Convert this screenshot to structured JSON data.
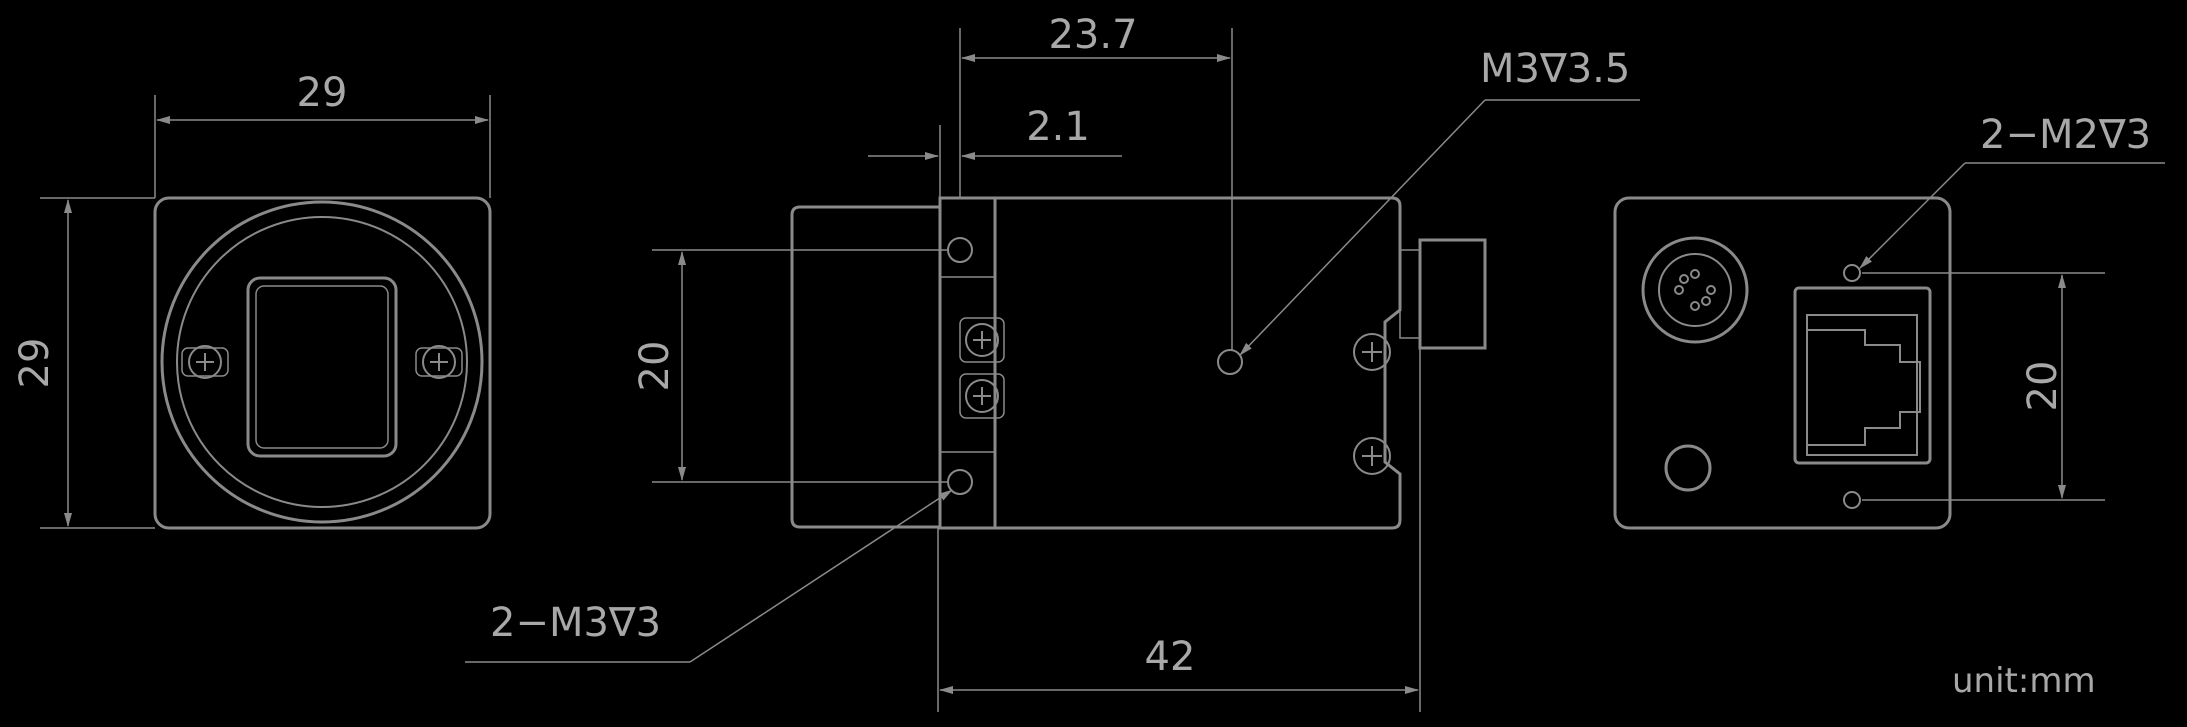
{
  "dimensions": {
    "front_width": "29",
    "front_height": "29",
    "side_flange_offset": "23.7",
    "side_thickness": "2.1",
    "side_hole_spacing": "20",
    "side_length": "42",
    "back_hole_spacing": "20"
  },
  "callouts": {
    "top_thread": "M3∇3.5",
    "side_threads": "2−M3∇3",
    "back_threads": "2−M2∇3"
  },
  "unit_label": "unit:mm",
  "colors": {
    "background": "#000000",
    "line": "#8a8a8a",
    "text": "#a8a8a8"
  }
}
